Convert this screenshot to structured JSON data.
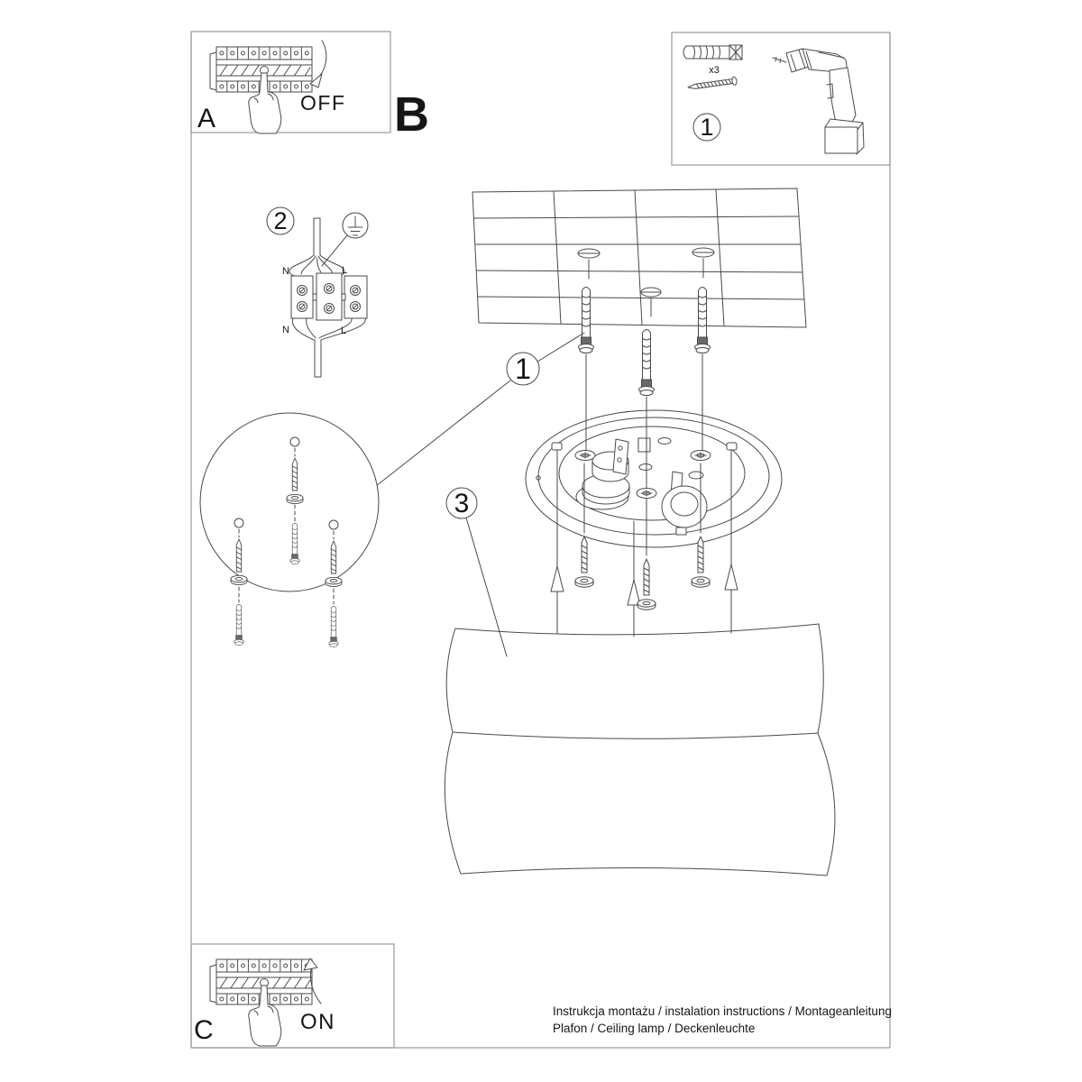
{
  "steps": {
    "a": {
      "label": "A",
      "action": "OFF"
    },
    "b": {
      "label": "B"
    },
    "c": {
      "label": "C",
      "action": "ON"
    }
  },
  "parts_box": {
    "step_number": "1",
    "anchor_quantity": "x3"
  },
  "callouts": {
    "anchors_step": "1",
    "wiring_step": "2",
    "shade_step": "3"
  },
  "wiring": {
    "neutral_top": "N",
    "live_top": "L",
    "neutral_bottom": "N",
    "live_bottom": "L"
  },
  "footer": {
    "line1": "Instrukcja montażu / instalation instructions / Montageanleitung",
    "line2": "Plafon / Ceiling lamp / Deckenleuchte"
  },
  "colors": {
    "ink": "#4a4a4a",
    "frame_border": "#9a9a9a",
    "text": "#161616",
    "background": "#ffffff"
  }
}
